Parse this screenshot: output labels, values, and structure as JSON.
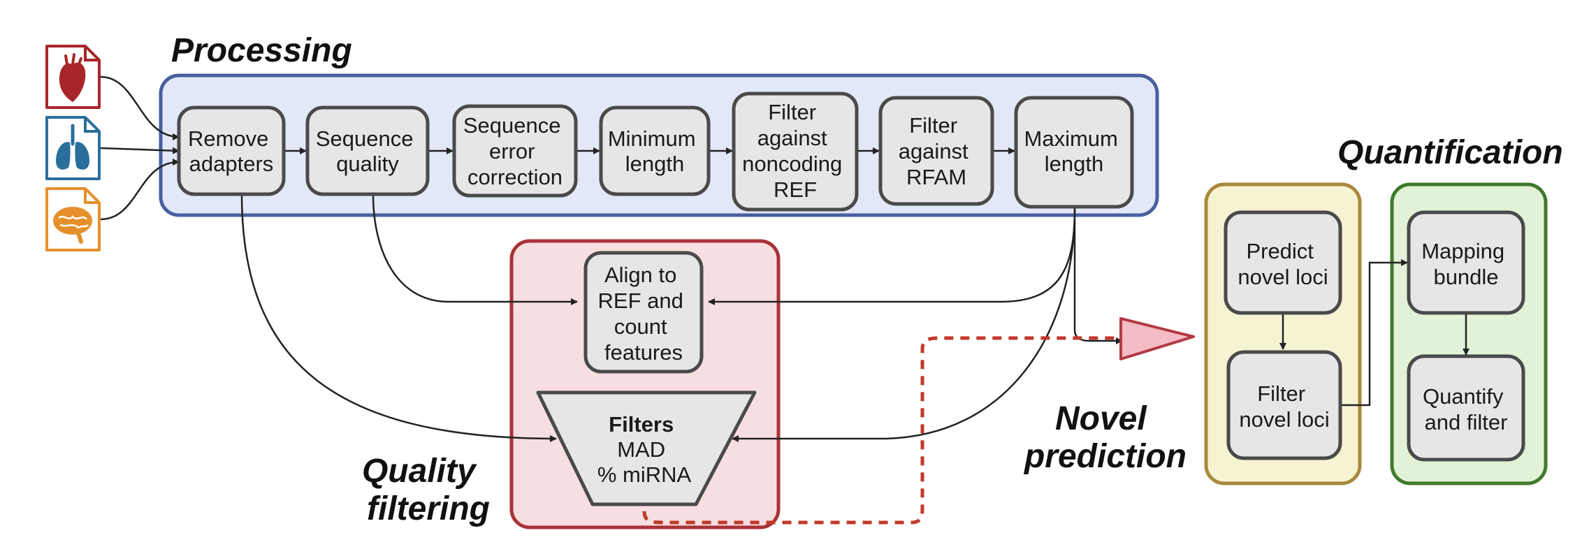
{
  "sections": {
    "processing": "Processing",
    "quantification": "Quantification",
    "quality_filtering": [
      "Quality",
      "filtering"
    ],
    "novel_prediction": [
      "Novel",
      "prediction"
    ]
  },
  "processing_steps": {
    "remove_adapters": [
      "Remove",
      "adapters"
    ],
    "sequence_quality": [
      "Sequence",
      "quality"
    ],
    "error_correction": [
      "Sequence",
      "error",
      "correction"
    ],
    "minimum_length": [
      "Minimum",
      "length"
    ],
    "filter_noncoding": [
      "Filter",
      "against",
      "noncoding",
      "REF"
    ],
    "filter_rfam": [
      "Filter",
      "against",
      "RFAM"
    ],
    "maximum_length": [
      "Maximum",
      "length"
    ]
  },
  "quality": {
    "align": [
      "Align to",
      "REF and",
      "count",
      "features"
    ],
    "filters_title": "Filters",
    "filters_items": [
      "MAD",
      "% miRNA"
    ]
  },
  "novel": {
    "predict": [
      "Predict",
      "novel loci"
    ],
    "filter": [
      "Filter",
      "novel loci"
    ]
  },
  "quant": {
    "mapping": [
      "Mapping",
      "bundle"
    ],
    "quantify": [
      "Quantify",
      "and filter"
    ]
  },
  "icons": [
    "heart-file-icon",
    "lungs-file-icon",
    "brain-file-icon"
  ],
  "colors": {
    "processing_border": "#4a5fa0",
    "processing_fill": "#e3e8f8",
    "quality_border": "#a83238",
    "quality_fill": "#f7dfe1",
    "novel_border": "#a8893a",
    "novel_fill": "#f6f3d3",
    "quant_border": "#3f7a2c",
    "quant_fill": "#e2f2d8",
    "node_border": "#4a4a4a",
    "node_fill": "#e6e6e6",
    "heart": "#a8262a",
    "lungs": "#2a6f9c",
    "brain": "#e6902b"
  }
}
